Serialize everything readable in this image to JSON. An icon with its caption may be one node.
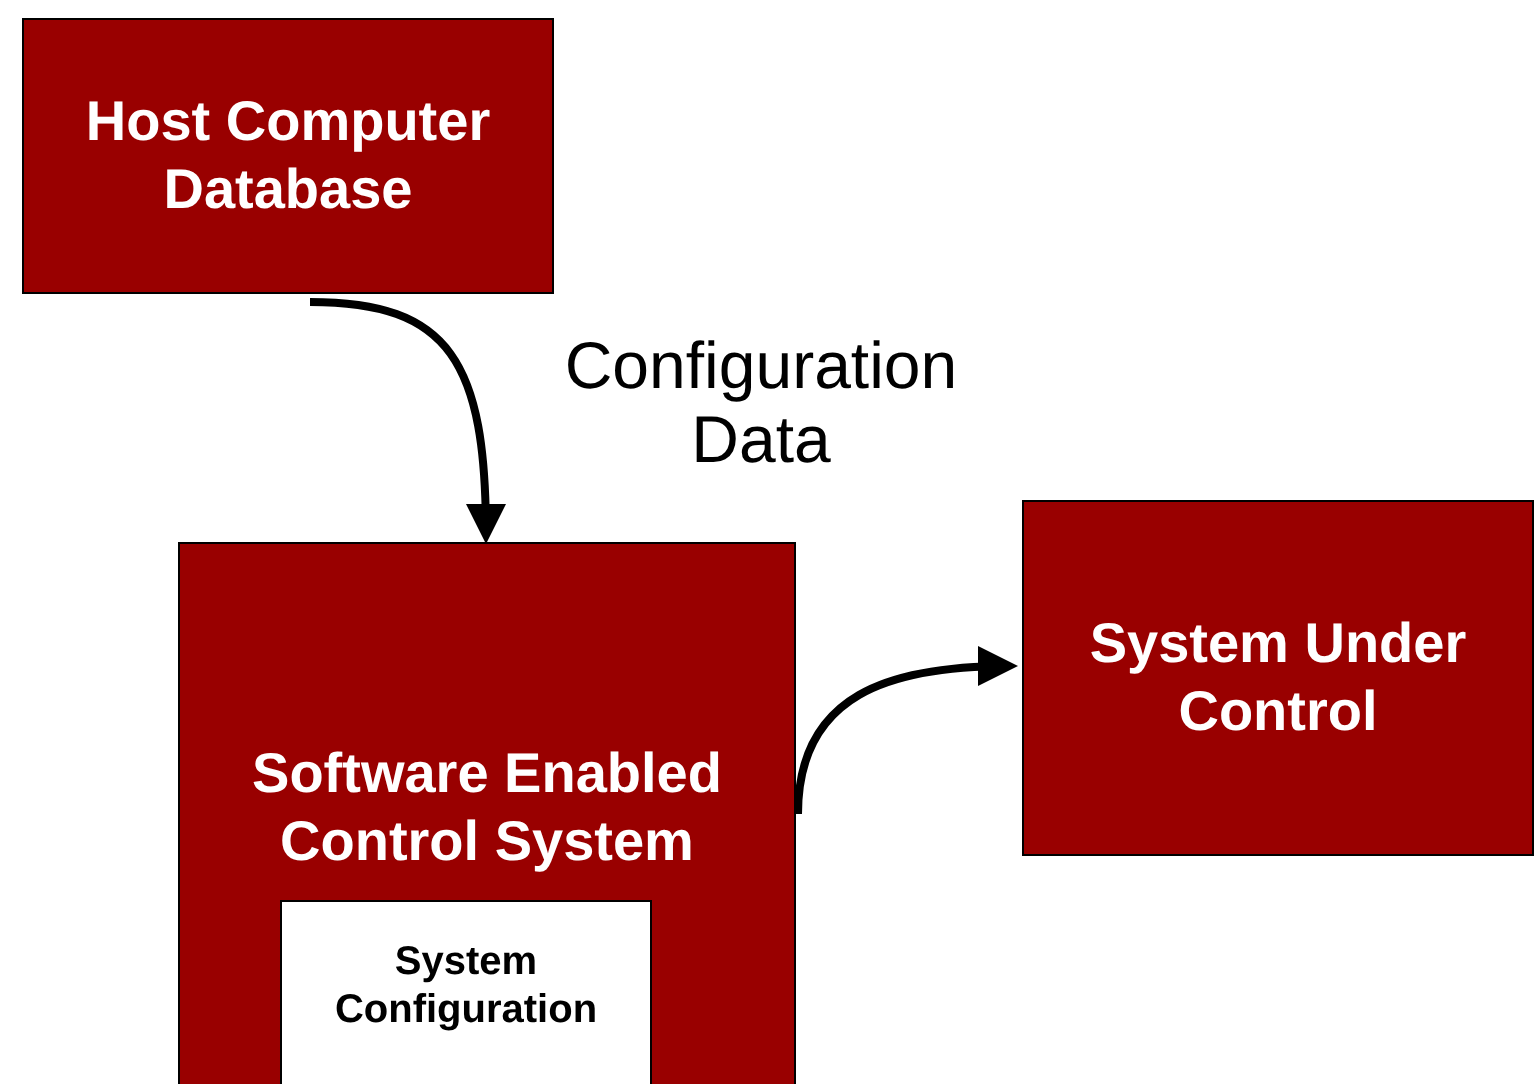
{
  "diagram": {
    "nodes": [
      {
        "text": [
          "Host Computer Database"
        ]
      },
      {
        "text": [
          "Software Enabled Control System"
        ]
      },
      {
        "text": [
          "System Configuration"
        ],
        "in": 1
      },
      {
        "text": [
          "System Under Control"
        ]
      }
    ],
    "edges": [
      {
        "from": 0,
        "to": 1,
        "arrow": "to",
        "label": "Configuration Data"
      },
      {
        "from": 1,
        "to": 3,
        "arrow": "to"
      }
    ]
  }
}
